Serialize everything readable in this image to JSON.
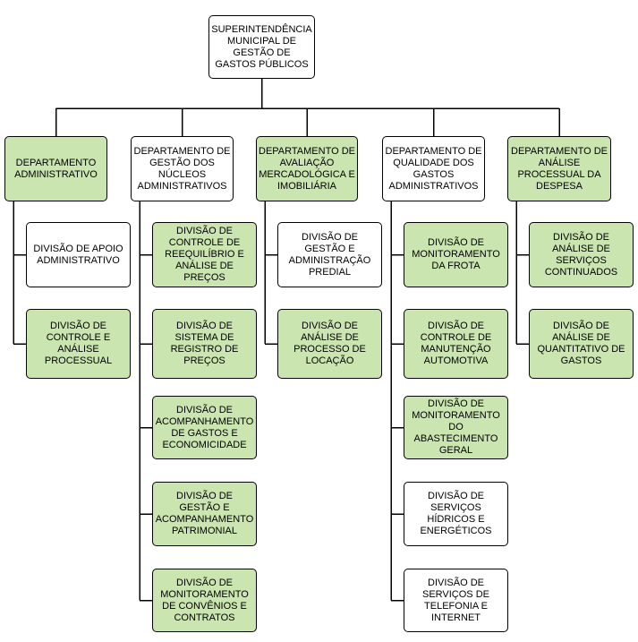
{
  "diagram_type": "org-chart",
  "colors": {
    "green_fill": "#cbe5b1",
    "white_fill": "#ffffff",
    "border": "#000000",
    "line": "#000000",
    "text": "#000000",
    "background": "#ffffff"
  },
  "root": {
    "label": "SUPERINTENDÊNCIA\nMUNICIPAL DE\nGESTÃO DE\nGASTOS PÚBLICOS",
    "fill": "white"
  },
  "departments": [
    {
      "label": "DEPARTAMENTO\nADMINISTRATIVO",
      "fill": "green",
      "divisions": [
        {
          "label": "DIVISÃO DE APOIO\nADMINISTRATIVO",
          "fill": "white"
        },
        {
          "label": "DIVISÃO DE\nCONTROLE E\nANÁLISE\nPROCESSUAL",
          "fill": "green"
        }
      ]
    },
    {
      "label": "DEPARTAMENTO DE\nGESTÃO DOS\nNÚCLEOS\nADMINISTRATIVOS",
      "fill": "white",
      "divisions": [
        {
          "label": "DIVISÃO DE\nCONTROLE DE\nREEQUILÍBRIO E\nANÁLISE DE\nPREÇOS",
          "fill": "green"
        },
        {
          "label": "DIVISÃO DE\nSISTEMA DE\nREGISTRO DE\nPREÇOS",
          "fill": "green"
        },
        {
          "label": "DIVISÃO DE\nACOMPANHAMENTO\nDE GASTOS E\nECONOMICIDADE",
          "fill": "green"
        },
        {
          "label": "DIVISÃO DE\nGESTÃO E\nACOMPANHAMENTO\nPATRIMONIAL",
          "fill": "green"
        },
        {
          "label": "DIVISÃO DE\nMONITORAMENTO\nDE CONVÊNIOS E\nCONTRATOS",
          "fill": "green"
        }
      ]
    },
    {
      "label": "DEPARTAMENTO DE\nAVALIAÇÃO\nMERCADOLÓGICA E\nIMOBILIÁRIA",
      "fill": "green",
      "divisions": [
        {
          "label": "DIVISÃO DE\nGESTÃO E\nADMINISTRAÇÃO\nPREDIAL",
          "fill": "white"
        },
        {
          "label": "DIVISÃO DE\nANÁLISE DE\nPROCESSO DE\nLOCAÇÃO",
          "fill": "green"
        }
      ]
    },
    {
      "label": "DEPARTAMENTO DE\nQUALIDADE DOS\nGASTOS\nADMINISTRATIVOS",
      "fill": "white",
      "divisions": [
        {
          "label": "DIVISÃO DE\nMONITORAMENTO\nDA FROTA",
          "fill": "green"
        },
        {
          "label": "DIVISÃO DE\nCONTROLE DE\nMANUTENÇÃO\nAUTOMOTIVA",
          "fill": "green"
        },
        {
          "label": "DIVISÃO DE\nMONITORAMENTO\nDO\nABASTECIMENTO\nGERAL",
          "fill": "green"
        },
        {
          "label": "DIVISÃO DE\nSERVIÇOS\nHÍDRICOS E\nENERGÉTICOS",
          "fill": "white"
        },
        {
          "label": "DIVISÃO DE\nSERVIÇOS DE\nTELEFONIA E\nINTERNET",
          "fill": "white"
        }
      ]
    },
    {
      "label": "DEPARTAMENTO DE\nANÁLISE\nPROCESSUAL DA\nDESPESA",
      "fill": "green",
      "divisions": [
        {
          "label": "DIVISÃO DE\nANÁLISE DE\nSERVIÇOS\nCONTINUADOS",
          "fill": "green"
        },
        {
          "label": "DIVISÃO DE\nANÁLISE DE\nQUANTITATIVO DE\nGASTOS",
          "fill": "green"
        }
      ]
    }
  ]
}
